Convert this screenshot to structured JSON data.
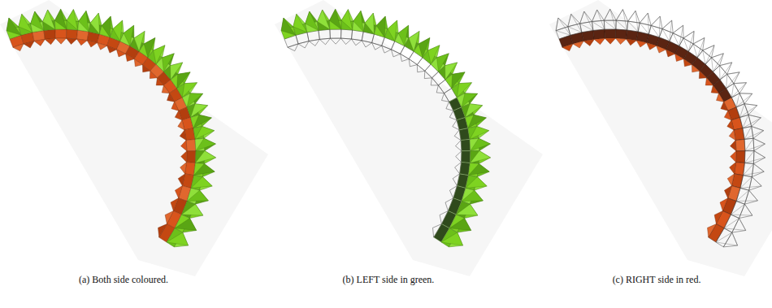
{
  "diagram": {
    "labels": [
      "(a) Both side coloured.",
      "(b) LEFT side in green.",
      "(c) RIGHT side in red."
    ]
  }
}
